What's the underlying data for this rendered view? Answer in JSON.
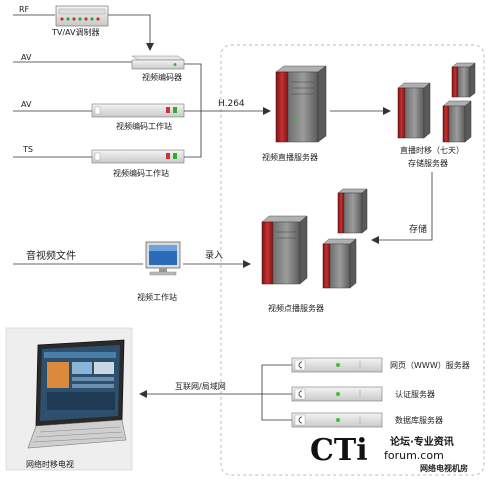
{
  "inputs": {
    "rf": "RF",
    "tv_av_modulator": "TV/AV调制器",
    "av1": "AV",
    "encoder": "视频编码器",
    "av2": "AV",
    "encoding_station_1": "视频编码工作站",
    "ts": "TS",
    "encoding_station_2": "视频编码工作站",
    "av_file": "音视频文件",
    "video_workstation": "视频工作站",
    "internet": "互联网/局域网",
    "mobile_tv": "网络时移电视"
  },
  "flows": {
    "h264": "H.264",
    "record": "录入",
    "storage": "存储"
  },
  "servers": {
    "live_server": "视频直播服务器",
    "timeshift_storage_line1": "直播时移（七天）",
    "timeshift_storage_line2": "存储服务器",
    "vod_server": "视频点播服务器",
    "web_server": "网页（WWW）服务器",
    "auth_server": "认证服务器",
    "db_server": "数据库服务器"
  },
  "datacenter": "网络电视机房",
  "logo": {
    "brand": "CTi",
    "tagline": "论坛·专业资讯",
    "url": "forum.com"
  },
  "colors": {
    "server_red": "#b8262a",
    "server_gray": "#8a8a8a",
    "led_green": "#3cc23c",
    "line": "#333333",
    "dashed_border": "#bbbbbb"
  }
}
